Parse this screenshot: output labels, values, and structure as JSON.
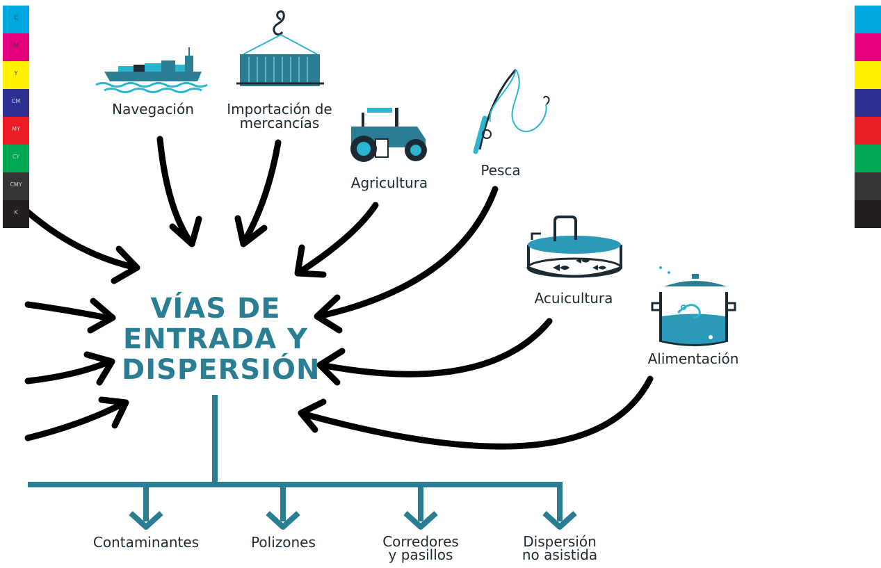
{
  "title": {
    "line1": "VÍAS DE",
    "line2": "ENTRADA Y",
    "line3": "DISPERSIÓN"
  },
  "sources": {
    "navegacion": "Navegación",
    "importacion_line1": "Importación de",
    "importacion_line2": "mercancías",
    "agricultura": "Agricultura",
    "pesca": "Pesca",
    "acuicultura": "Acuicultura",
    "alimentacion": "Alimentación"
  },
  "outputs": {
    "contaminantes": "Contaminantes",
    "polizones": "Polizones",
    "corredores_line1": "Corredores",
    "corredores_line2": "y pasillos",
    "dispersion_line1": "Dispersión",
    "dispersion_line2": "no asistida"
  },
  "color_bar": {
    "labels": [
      "C",
      "M",
      "Y",
      "CM",
      "MY",
      "CY",
      "CMY",
      "K"
    ],
    "colors": [
      "#00a6e0",
      "#e5007e",
      "#fff100",
      "#2e3191",
      "#ec1c24",
      "#00a650",
      "#373435",
      "#231f20"
    ]
  },
  "colors": {
    "accent": "#2a7d93",
    "icon_cyan": "#2bb6d0",
    "arrow": "#000000"
  }
}
